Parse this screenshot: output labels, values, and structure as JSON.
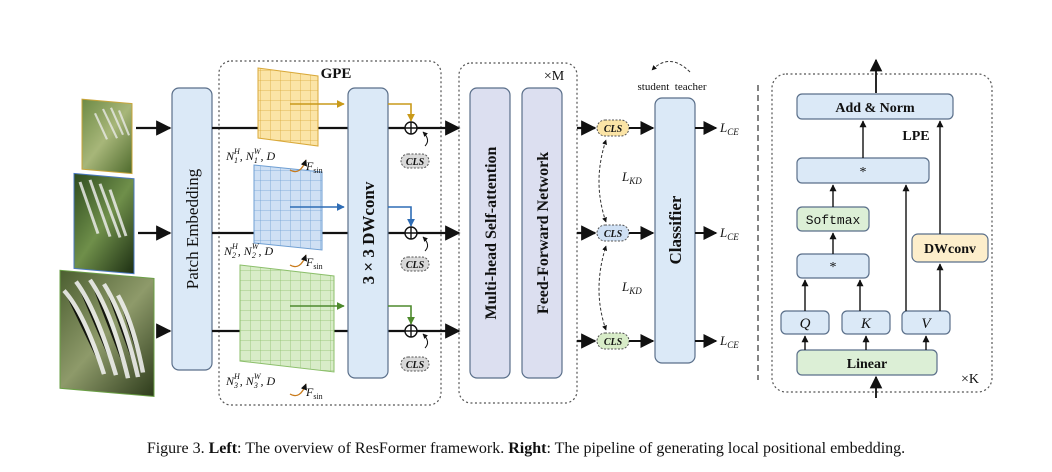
{
  "left": {
    "gpe_label": "GPE",
    "repeat_label": "×M",
    "patch_embedding": "Patch Embedding",
    "dwconv_label": "3 × 3 DWconv",
    "attention_label": "Multi-head Self-attention",
    "ffn_label": "Feed-Forward Network",
    "classifier_label": "Classifier",
    "cls_token": "CLS",
    "loss_ce": "L",
    "loss_ce_sub": "CE",
    "loss_kd": "L",
    "loss_kd_sub": "KD",
    "student_teacher": "student  teacher",
    "f_sin": "F",
    "f_sin_sub": "sin",
    "rows": [
      {
        "dims_n": "N",
        "sub": "1",
        "sup_h": "H",
        "sup_w": "W",
        "d": "D"
      },
      {
        "dims_n": "N",
        "sub": "2",
        "sup_h": "H",
        "sup_w": "W",
        "d": "D"
      },
      {
        "dims_n": "N",
        "sub": "3",
        "sup_h": "H",
        "sup_w": "W",
        "d": "D"
      }
    ]
  },
  "right": {
    "add_norm": "Add & Norm",
    "lpe_label": "LPE",
    "multiply": "*",
    "softmax": "Softmax",
    "dwconv": "DWconv",
    "q": "Q",
    "k": "K",
    "v": "V",
    "linear": "Linear",
    "repeat_label": "×K"
  },
  "caption": {
    "prefix": "Figure 3.",
    "left_bold": "Left",
    "left_text": ": The overview of ResFormer framework.",
    "right_bold": "Right",
    "right_text": ": The pipeline of generating local positional embedding."
  },
  "colors": {
    "block_blue": "#dbe9f7",
    "block_purple": "#dcdff0",
    "grid_yellow": "#fbe4a6",
    "grid_blue": "#cfe0f4",
    "grid_green": "#d8ecc8",
    "softmax_green": "#dcefd6",
    "dwconv_yellow": "#fdeecb",
    "arrow_gold": "#c99a1a",
    "arrow_blue": "#2f6db5",
    "arrow_green": "#4e8a2d"
  }
}
